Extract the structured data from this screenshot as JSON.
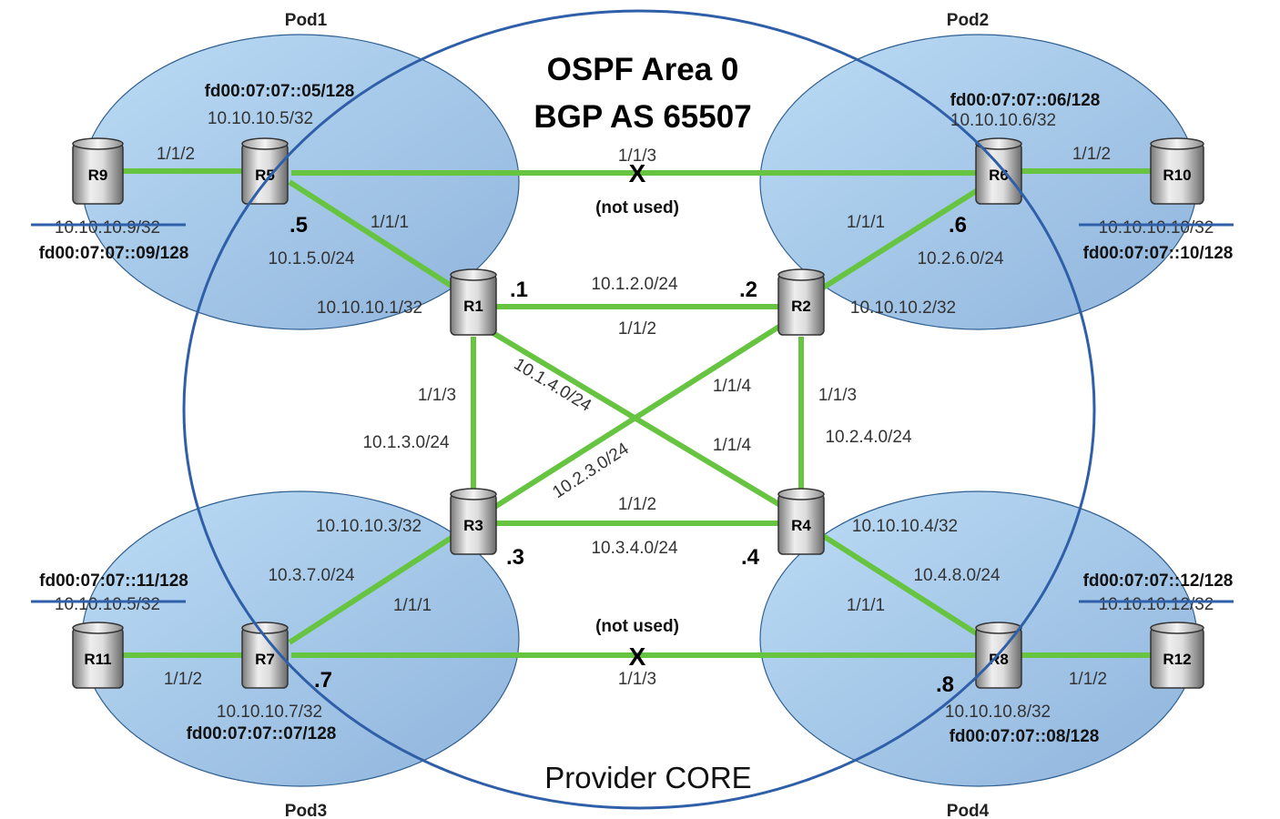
{
  "title": {
    "line1": "OSPF Area 0",
    "line2": "BGP AS 65507"
  },
  "core_label": "Provider CORE",
  "pods": {
    "pod1": "Pod1",
    "pod2": "Pod2",
    "pod3": "Pod3",
    "pod4": "Pod4"
  },
  "routers": {
    "r1": "R1",
    "r2": "R2",
    "r3": "R3",
    "r4": "R4",
    "r5": "R5",
    "r6": "R6",
    "r7": "R7",
    "r8": "R8",
    "r9": "R9",
    "r10": "R10",
    "r11": "R11",
    "r12": "R12"
  },
  "host_suffix": {
    "r1": ".1",
    "r2": ".2",
    "r3": ".3",
    "r4": ".4",
    "r5": ".5",
    "r6": ".6",
    "r7": ".7",
    "r8": ".8"
  },
  "loopbacks_v4": {
    "r1": "10.10.10.1/32",
    "r2": "10.10.10.2/32",
    "r3": "10.10.10.3/32",
    "r4": "10.10.10.4/32",
    "r5": "10.10.10.5/32",
    "r6": "10.10.10.6/32",
    "r7": "10.10.10.7/32",
    "r8": "10.10.10.8/32"
  },
  "loopbacks_v6": {
    "r5": "fd00:07:07::05/128",
    "r6": "fd00:07:07::06/128",
    "r7": "fd00:07:07::07/128",
    "r8": "fd00:07:07::08/128",
    "r9": "fd00:07:07::09/128",
    "r10": "fd00:07:07::10/128",
    "r11": "fd00:07:07::11/128",
    "r12": "fd00:07:07::12/128"
  },
  "struck_v4": {
    "r9": "10.10.10.9/32",
    "r10": "10.10.10.10/32",
    "r11": "10.10.10.5/32",
    "r12": "10.10.10.12/32"
  },
  "subnets": {
    "r1_r2": "10.1.2.0/24",
    "r1_r3": "10.1.3.0/24",
    "r1_r4": "10.1.4.0/24",
    "r2_r3": "10.2.3.0/24",
    "r2_r4": "10.2.4.0/24",
    "r3_r4": "10.3.4.0/24",
    "r1_r5": "10.1.5.0/24",
    "r2_r6": "10.2.6.0/24",
    "r3_r7": "10.3.7.0/24",
    "r4_r8": "10.4.8.0/24"
  },
  "ports": {
    "r5_r9": "1/1/2",
    "r5_r1": "1/1/1",
    "r5_r6": "1/1/3",
    "r6_r2": "1/1/1",
    "r6_r10": "1/1/2",
    "r1_r2": "1/1/2",
    "r1_r3": "1/1/3",
    "r2_r3": "1/1/4",
    "r1_r4": "1/1/4",
    "r2_r4": "1/1/3",
    "r3_r4": "1/1/2",
    "r7_r3": "1/1/1",
    "r7_r11": "1/1/2",
    "r7_r8": "1/1/3",
    "r4_r8": "1/1/1",
    "r8_r12": "1/1/2"
  },
  "unused": {
    "marker": "X",
    "note": "(not used)"
  }
}
